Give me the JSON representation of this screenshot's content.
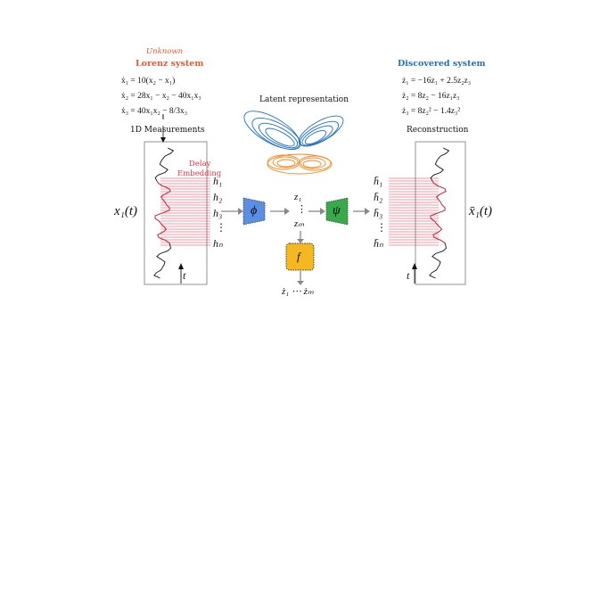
{
  "left": {
    "unknown_label": "Unknown",
    "system_title": "Lorenz system",
    "equations": [
      "ẋ₁ = 10(x₂ − x₁)",
      "ẋ₂ = 28x₁ − x₂ − 40x₁x₃",
      "ẋ₃ = 40x₁x₂ − 8/3x₃"
    ],
    "measurements_label": "1D Measurements",
    "signal_label": "x₁(t)",
    "time_label": "t",
    "delay_label_1": "Delay",
    "delay_label_2": "Embedding",
    "embedding": [
      "h₁",
      "h₂",
      "h₃",
      "⋮",
      "hₙ"
    ]
  },
  "center": {
    "latent_title": "Latent representation",
    "encoder_symbol": "ϕ",
    "decoder_symbol": "ψ",
    "latent_vars": [
      "z₁",
      "⋮",
      "zₘ"
    ],
    "dynamics_symbol": "f",
    "derivs": "ż₁ ⋯ żₘ"
  },
  "right": {
    "system_title": "Discovered system",
    "equations": [
      "ż₁ = −16z₁ + 2.5z₂z₃",
      "ż₂ = 8z₂ − 16z₁z₃",
      "ż₃ = 8z₂² − 1.4z₃²"
    ],
    "reconstruction_label": "Reconstruction",
    "signal_label": "x̄₁(t)",
    "time_label": "t",
    "embedding": [
      "h̄₁",
      "h̄₂",
      "h̄₃",
      "⋮",
      "h̄ₙ"
    ]
  },
  "colors": {
    "orange": "#e4572e",
    "blue": "#1f6fc0",
    "red": "#e0304a",
    "encoder_fill": "#5b8fe3",
    "decoder_fill": "#3aa94b",
    "dynamics_fill": "#f6b820",
    "arrow": "#888888"
  }
}
